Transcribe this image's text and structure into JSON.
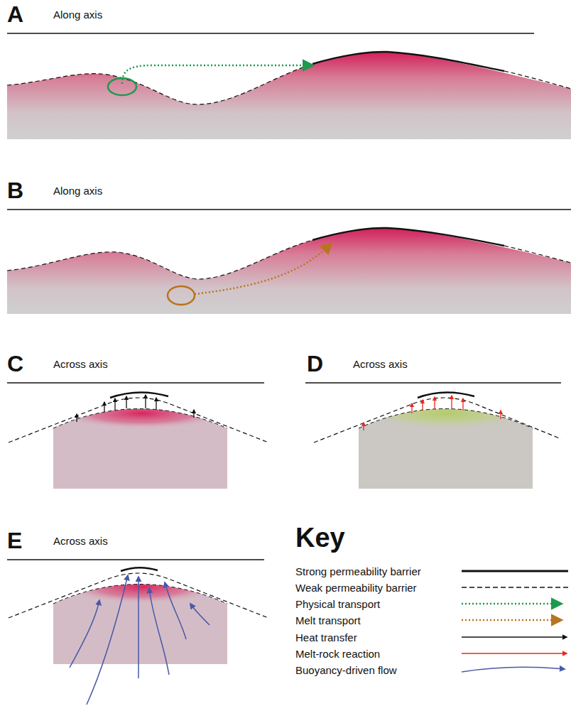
{
  "diagram": {
    "labels": [
      "A",
      "Along axis",
      "B",
      "Along axis",
      "C",
      "Across axis",
      "D",
      "Across axis",
      "E",
      "Across axis",
      "Key"
    ],
    "legend": [
      {
        "text": "Strong permeability barrier"
      },
      {
        "text": "Weak permeability barrier"
      },
      {
        "text": "Physical transport"
      },
      {
        "text": "Melt transport"
      },
      {
        "text": "Heat transfer"
      },
      {
        "text": "Melt-rock reaction"
      },
      {
        "text": "Buoyancy-driven flow"
      }
    ]
  }
}
